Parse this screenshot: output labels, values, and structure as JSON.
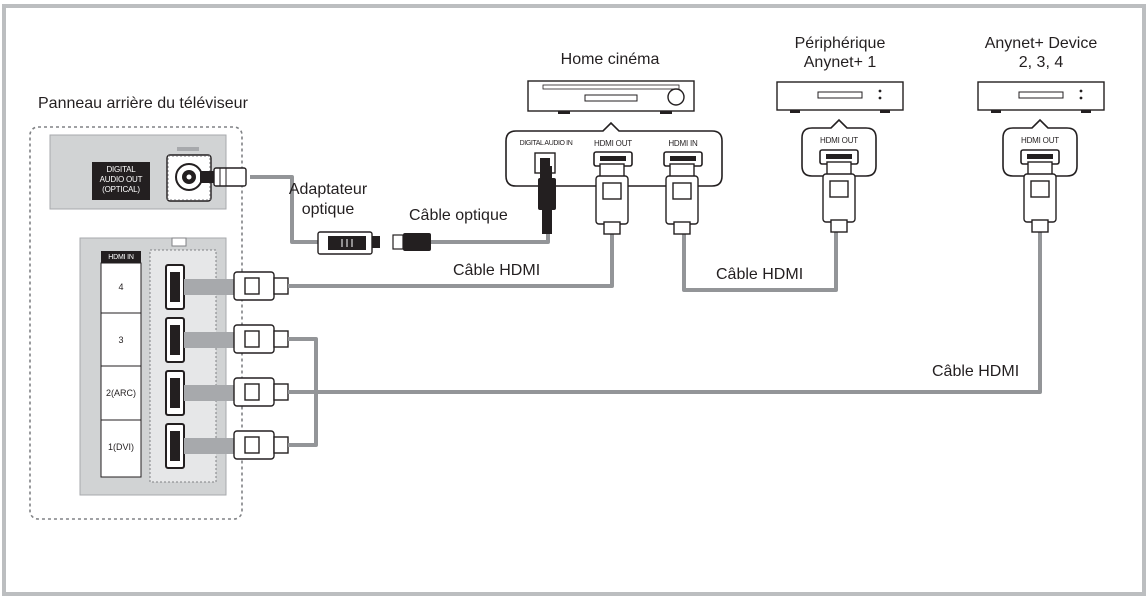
{
  "labels": {
    "tv_back_panel": "Panneau arrière du téléviseur",
    "home_cinema": "Home cinéma",
    "device1_line1": "Périphérique",
    "device1_line2": "Anynet+ 1",
    "device2_line1": "Anynet+ Device",
    "device2_line2": "2, 3, 4",
    "optical_adapter_line1": "Adaptateur",
    "optical_adapter_line2": "optique",
    "optical_cable": "Câble optique",
    "hdmi_cable_1": "Câble HDMI",
    "hdmi_cable_2": "Câble HDMI",
    "hdmi_cable_3": "Câble HDMI"
  },
  "tv_panel": {
    "digital_audio_out": [
      "DIGITAL",
      "AUDIO OUT",
      "(OPTICAL)"
    ],
    "hdmi_in_header": "HDMI IN",
    "hdmi_ports": [
      "4",
      "3",
      "2(ARC)",
      "1(DVI)"
    ]
  },
  "home_cinema_ports": {
    "digital_audio_in": "DIGITAL AUDIO IN",
    "hdmi_out": "HDMI OUT",
    "hdmi_in": "HDMI IN"
  },
  "device_ports": {
    "device1_hdmi_out": "HDMI OUT",
    "device2_hdmi_out": "HDMI OUT"
  },
  "colors": {
    "frame": "#bcbec0",
    "panel_gray": "#d1d3d4",
    "cable_gray": "#939598",
    "dark": "#231f20"
  }
}
